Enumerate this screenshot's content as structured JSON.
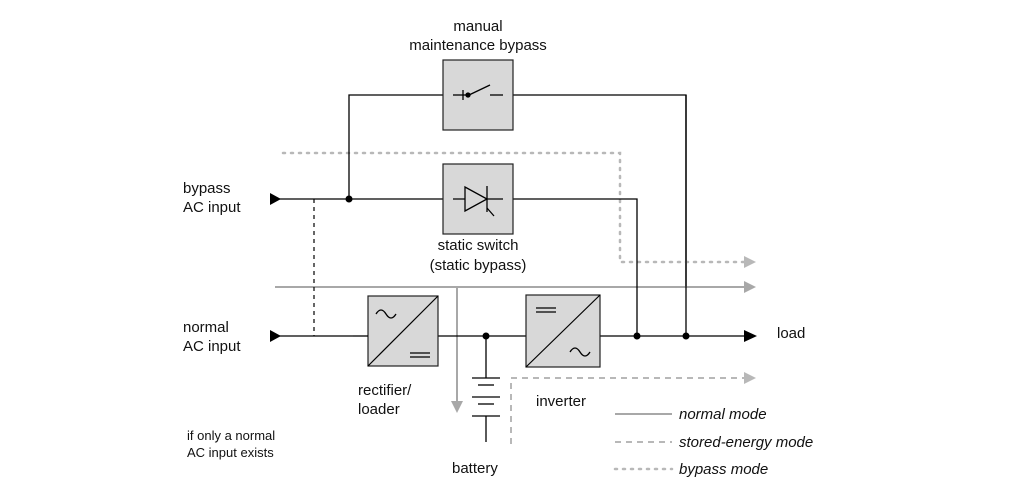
{
  "labels": {
    "manual_bypass_line1": "manual",
    "manual_bypass_line2": "maintenance bypass",
    "bypass_input_line1": "bypass",
    "bypass_input_line2": "AC input",
    "static_switch_line1": "static switch",
    "static_switch_line2": "(static bypass)",
    "normal_input_line1": "normal",
    "normal_input_line2": "AC input",
    "rectifier_line1": "rectifier/",
    "rectifier_line2": "loader",
    "inverter": "inverter",
    "load": "load",
    "battery": "battery",
    "footnote_line1": "if only a normal",
    "footnote_line2": "AC input exists"
  },
  "legend": {
    "normal_mode": "normal mode",
    "stored_energy_mode": "stored-energy mode",
    "bypass_mode": "bypass mode"
  },
  "colors": {
    "box_fill": "#d8d8d8",
    "wire": "#000000",
    "flow_path": "#a8a8a8"
  }
}
